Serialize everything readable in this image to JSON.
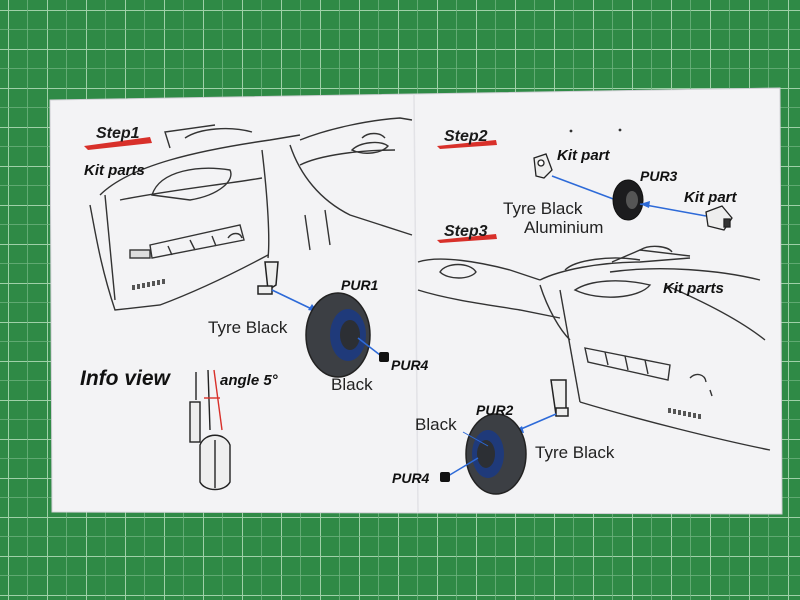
{
  "colors": {
    "mat": "#2f8a46",
    "grid": "#9fd0a8",
    "paper": "#f3f3f5",
    "step_accent": "#d8302a",
    "arrow": "#2d6ad8"
  },
  "step1": {
    "title": "Step1",
    "kit_parts": "Kit parts",
    "part": "PUR1",
    "tyre": "Tyre Black",
    "hub": "Black",
    "nut": "PUR4"
  },
  "info_view": {
    "title": "Info view",
    "angle": "angle 5°"
  },
  "step2": {
    "title": "Step2",
    "kit_part_top": "Kit part",
    "part": "PUR3",
    "kit_part_right": "Kit part",
    "tyre": "Tyre Black",
    "hub": "Aluminium"
  },
  "step3": {
    "title": "Step3",
    "kit_parts": "Kit parts",
    "part": "PUR2",
    "tyre": "Tyre Black",
    "hub": "Black",
    "nut": "PUR4"
  }
}
